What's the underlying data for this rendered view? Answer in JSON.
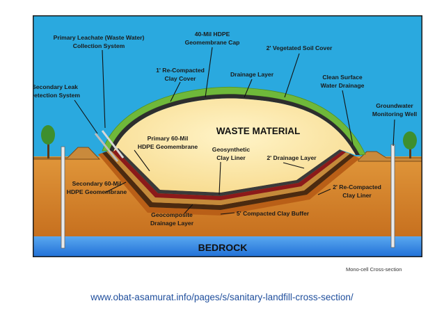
{
  "diagram": {
    "labels": {
      "primary_leachate": [
        "Primary Leachate (Waste Water)",
        "Collection System"
      ],
      "hdpe_cap": [
        "40-Mil HDPE",
        "Geomembrane Cap"
      ],
      "vegetated_soil": [
        "2' Vegetated Soil Cover"
      ],
      "secondary_leak": [
        "Secondary Leak",
        "Detection System"
      ],
      "recompacted_clay_cover": [
        "1' Re-Compacted",
        "Clay Cover"
      ],
      "drainage_layer_top": [
        "Drainage Layer"
      ],
      "clean_surface": [
        "Clean Surface",
        "Water Drainage"
      ],
      "groundwater_well": [
        "Groundwater",
        "Monitoring Well"
      ],
      "waste_material": [
        "WASTE MATERIAL"
      ],
      "primary_geomembrane": [
        "Primary 60-Mil",
        "HDPE Geomembrane"
      ],
      "geosynthetic_liner": [
        "Geosynthetic",
        "Clay Liner"
      ],
      "drainage_layer_2ft": [
        "2' Drainage Layer"
      ],
      "secondary_geomembrane": [
        "Secondary 60-Mil",
        "HDPE Geomembrane"
      ],
      "recompacted_clay_liner": [
        "2' Re-Compacted",
        "Clay Liner"
      ],
      "geocomposite": [
        "Geocomposite",
        "Drainage Layer"
      ],
      "compacted_clay_buffer": [
        "5' Compacted Clay Buffer"
      ],
      "bedrock": [
        "BEDROCK"
      ]
    },
    "caption": "Mono-cell Cross-section"
  },
  "source_url": "www.obat-asamurat.info/pages/s/sanitary-landfill-cross-section/",
  "colors": {
    "sky": "#2aa9df",
    "soil": "#d98a2a",
    "soil_dark": "#c9721e",
    "waste": "#fde9a6",
    "cap_green": "#7cc13f",
    "bedrock": "#2f7fe0",
    "liner_red": "#8b1a1a",
    "frame": "#1b1b1b",
    "url_text": "#1f4e9c"
  }
}
